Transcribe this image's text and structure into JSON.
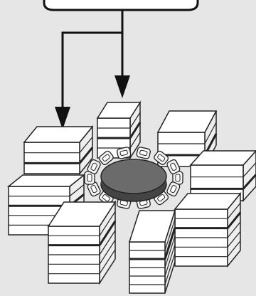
{
  "diagram": {
    "kind": "radial-stack-assembly",
    "stack_count": 8,
    "arrow_count": 2,
    "colors": {
      "background": "#e6e6e6",
      "block_face": "#ffffff",
      "block_side": "#eeeeee",
      "outline": "#222222",
      "center_disk_top": "#6b6b6b",
      "center_disk_side": "#444444",
      "connector": "#f2f2f2",
      "arrow": "#111111"
    },
    "labels": []
  }
}
